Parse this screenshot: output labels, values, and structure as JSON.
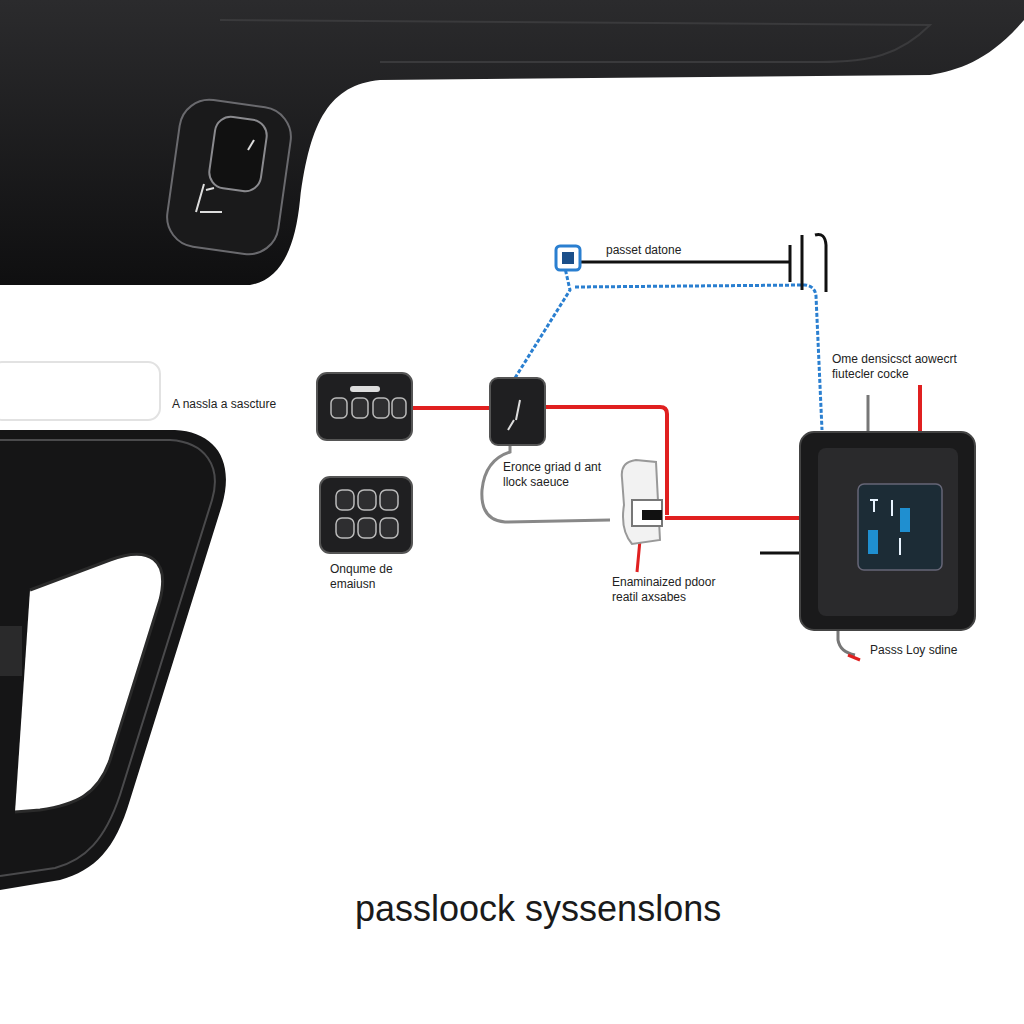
{
  "diagram": {
    "title": "passloock syssenslons",
    "labels": [
      "passet datone",
      "A nassla a sascture",
      "Ome densicsct aowecrt fiutecler cocke",
      "Eronce griad d ant llock saeuce",
      "Onqume de emaiusn",
      "Enaminaized pdoor reatil axsabes",
      "Passs Loy sdine"
    ]
  }
}
